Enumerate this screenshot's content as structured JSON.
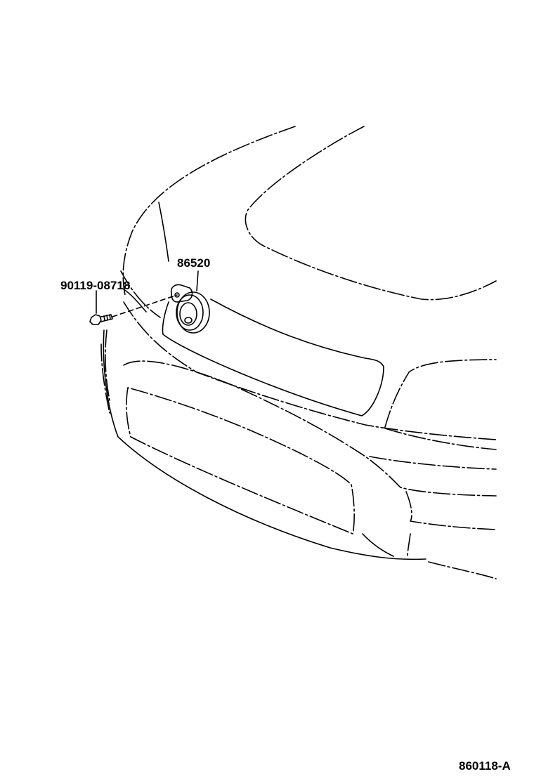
{
  "diagram": {
    "callouts": [
      {
        "id": "horn",
        "part_number": "86520"
      },
      {
        "id": "bolt",
        "part_number": "90119-08718"
      }
    ],
    "figure_code": "860118-A"
  }
}
